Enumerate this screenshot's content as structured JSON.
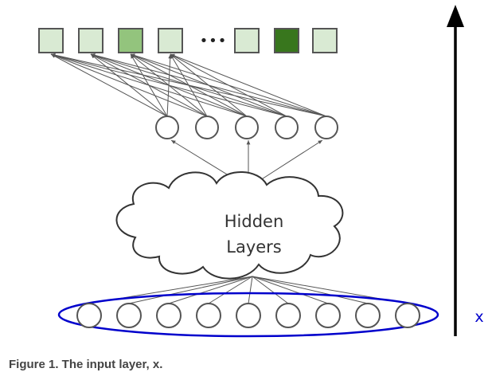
{
  "diagram": {
    "output_nodes": [
      {
        "shade": "light"
      },
      {
        "shade": "light"
      },
      {
        "shade": "medium"
      },
      {
        "shade": "light"
      },
      {
        "shade": "ellipsis"
      },
      {
        "shade": "light"
      },
      {
        "shade": "dark"
      },
      {
        "shade": "light"
      }
    ],
    "ellipsis_text": "•••",
    "top_layer_node_count": 5,
    "input_node_count": 9,
    "cloud_label_line1": "Hidden",
    "cloud_label_line2": "Layers",
    "axis_label": "x",
    "colors": {
      "light": "#d9ead3",
      "medium": "#93c47d",
      "dark": "#38761d",
      "input_ellipse": "#0000cc",
      "axis_label": "#0000cc",
      "stroke": "#555555"
    }
  },
  "caption": "Figure 1. The input layer, x."
}
